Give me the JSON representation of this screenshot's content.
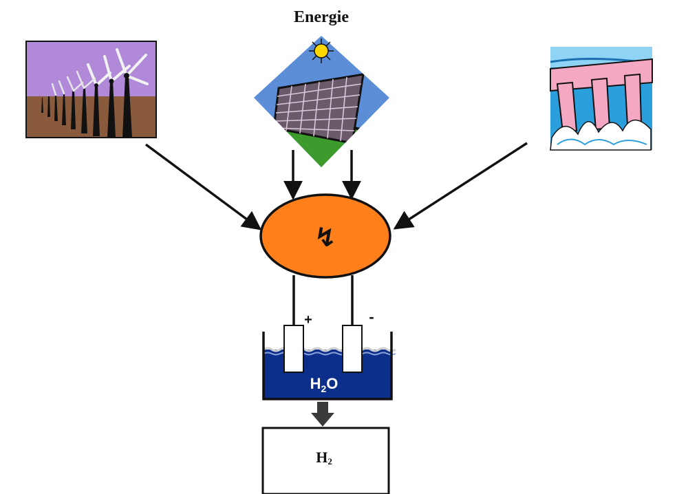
{
  "diagram": {
    "title": "Energie",
    "electrode_positive": "+",
    "electrode_negative": "-",
    "electrolyte": {
      "main": "H",
      "sub": "2",
      "tail": "O"
    },
    "product": {
      "main": "H",
      "sub": "2"
    },
    "converter_symbol": "↯"
  },
  "sources": [
    {
      "name": "wind-turbines",
      "kind": "wind"
    },
    {
      "name": "solar-panel",
      "kind": "solar"
    },
    {
      "name": "hydro-dam",
      "kind": "hydro"
    }
  ],
  "colors": {
    "converter_fill": "#ff7f1a",
    "stroke": "#111111",
    "water": "#0d2f8c",
    "wind_sky": "#b08ad8",
    "wind_ground": "#8a5a3c",
    "solar_sky": "#5c8ed8",
    "solar_ground": "#3d9b2e",
    "sun": "#ffd800",
    "hydro_sky": "#2a9fdc",
    "hydro_structure": "#f5a8c4",
    "arrow_down": "#3a3a3a"
  }
}
